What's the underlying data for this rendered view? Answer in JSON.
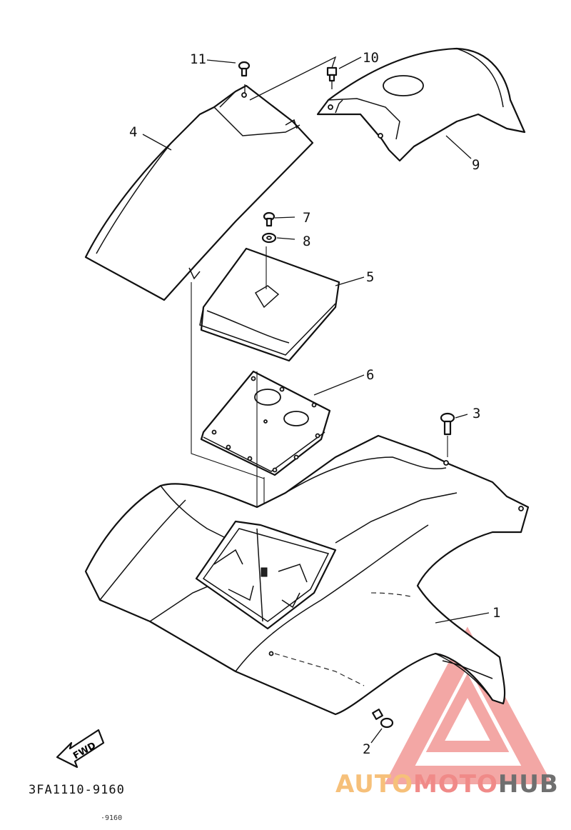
{
  "diagram": {
    "parts": [
      {
        "number": "1",
        "label_id": "callout-1"
      },
      {
        "number": "2",
        "label_id": "callout-2"
      },
      {
        "number": "3",
        "label_id": "callout-3"
      },
      {
        "number": "4",
        "label_id": "callout-4"
      },
      {
        "number": "5",
        "label_id": "callout-5"
      },
      {
        "number": "6",
        "label_id": "callout-6"
      },
      {
        "number": "7",
        "label_id": "callout-7"
      },
      {
        "number": "8",
        "label_id": "callout-8"
      },
      {
        "number": "9",
        "label_id": "callout-9"
      },
      {
        "number": "10",
        "label_id": "callout-10"
      },
      {
        "number": "11",
        "label_id": "callout-11"
      }
    ],
    "fwd_label": "FWD",
    "part_code": "3FA1110-9160",
    "small_code": "·9160"
  },
  "watermark": {
    "brand_part1": "AUTO",
    "brand_part2": "MOTO",
    "brand_part3": "HUB",
    "colors": {
      "auto": "#f6c07a",
      "moto": "#f08a88",
      "hub": "#6f6f6f",
      "triangle": "#f08a88"
    }
  }
}
